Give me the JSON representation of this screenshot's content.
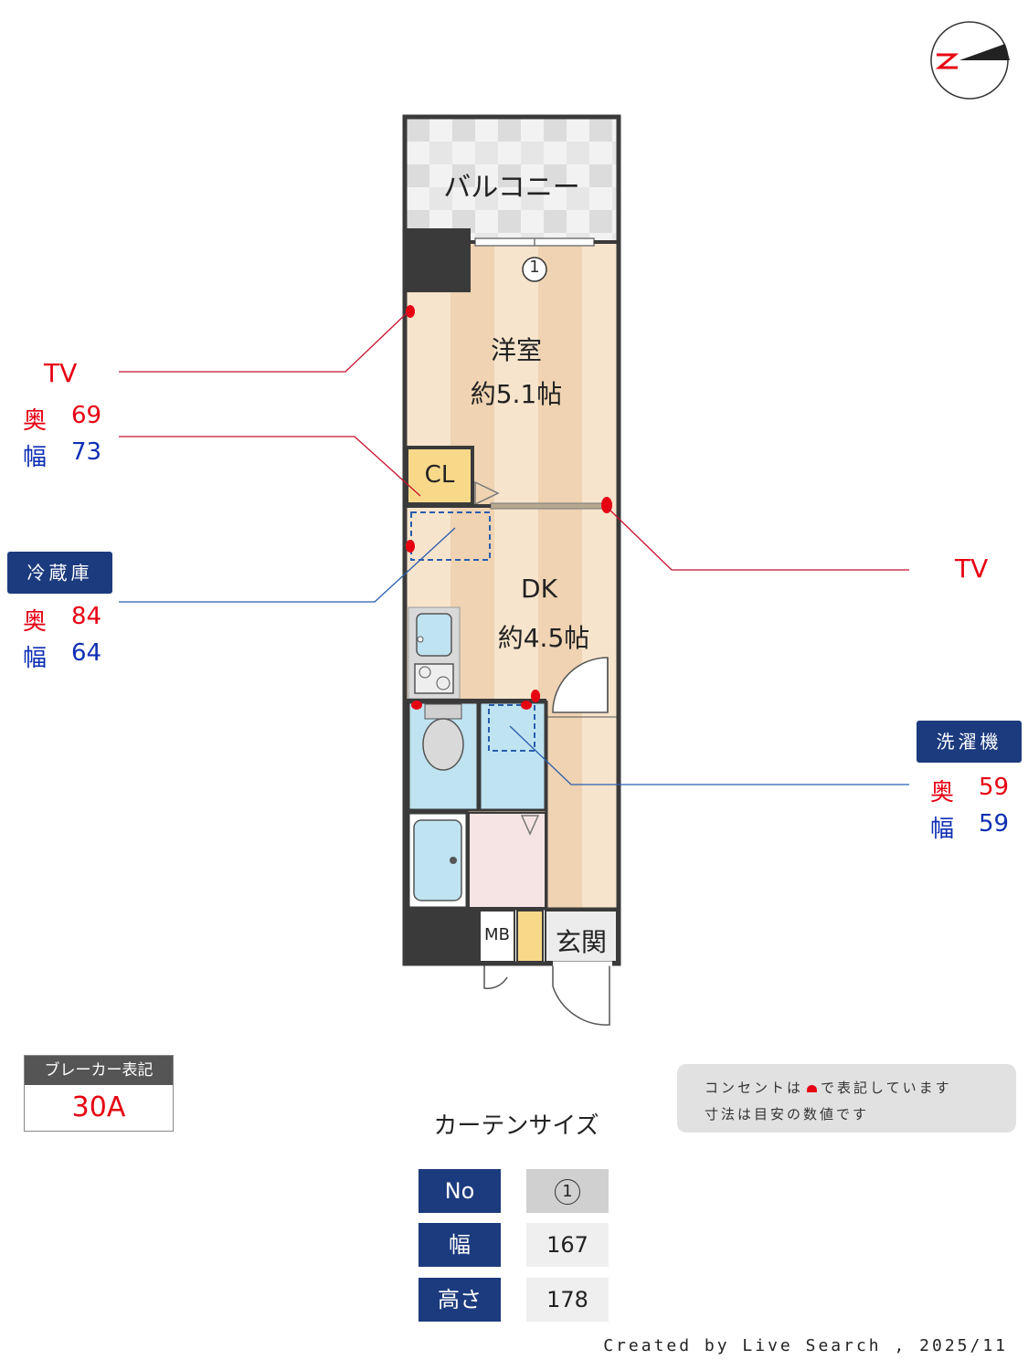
{
  "rooms": {
    "balcony": "バルコニー",
    "western_room": "洋室",
    "western_room_size": "約5.1帖",
    "closet": "CL",
    "dk": "DK",
    "dk_size": "約4.5帖",
    "mb": "MB",
    "entrance": "玄関"
  },
  "window_marker": "1",
  "callouts": {
    "tv_left": {
      "label": "TV",
      "depth_label": "奥",
      "depth": "69",
      "width_label": "幅",
      "width": "73"
    },
    "fridge": {
      "tag": "冷蔵庫",
      "depth_label": "奥",
      "depth": "84",
      "width_label": "幅",
      "width": "64"
    },
    "tv_right": {
      "label": "TV"
    },
    "washer": {
      "tag": "洗濯機",
      "depth_label": "奥",
      "depth": "59",
      "width_label": "幅",
      "width": "59"
    }
  },
  "breaker": {
    "title": "ブレーカー表記",
    "value": "30A"
  },
  "note": {
    "line1_a": "コンセントは",
    "line1_b": "で表記しています",
    "line2": "寸法は目安の数値です"
  },
  "curtain": {
    "title": "カーテンサイズ",
    "rows": [
      {
        "header": "No",
        "value": "1"
      },
      {
        "header": "幅",
        "value": "167"
      },
      {
        "header": "高さ",
        "value": "178"
      }
    ]
  },
  "credit": "Created by Live Search , 2025/11",
  "colors": {
    "floor_light": "#f9e9d2",
    "floor_dark": "#efd2b0",
    "wall": "#3a3a3a",
    "outlet": "#e60012",
    "tag_bg": "#1c3b7e",
    "water": "#bfe3f0"
  }
}
